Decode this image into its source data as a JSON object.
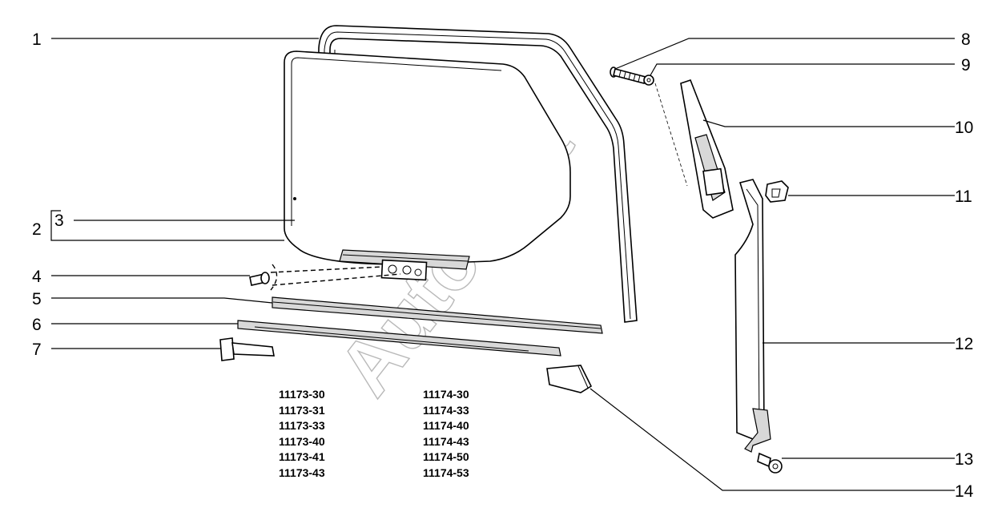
{
  "callouts": [
    "1",
    "2",
    "3",
    "4",
    "5",
    "6",
    "7",
    "8",
    "9",
    "10",
    "11",
    "12",
    "13",
    "14"
  ],
  "model_columns": {
    "left": [
      "11173-30",
      "11173-31",
      "11173-33",
      "11173-40",
      "11173-41",
      "11173-43"
    ],
    "right": [
      "11174-30",
      "11174-33",
      "11174-40",
      "11174-43",
      "11174-50",
      "11174-53"
    ]
  },
  "watermark": "AutoSoft"
}
